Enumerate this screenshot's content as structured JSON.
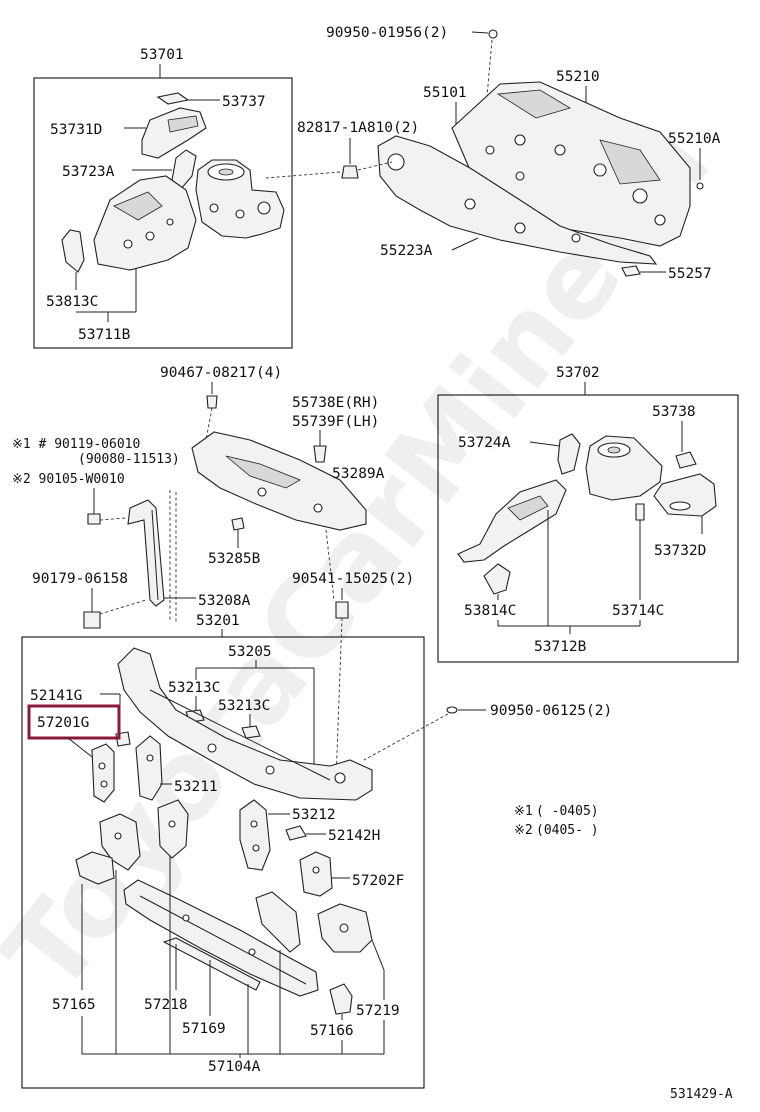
{
  "watermark": "ToyotaCarMinecu",
  "figure_code": "531429-A",
  "highlighted_part": "57201G",
  "notes": [
    {
      "mark": "※1",
      "text": "(      -0405)"
    },
    {
      "mark": "※2",
      "text": "(0405-      )"
    }
  ],
  "groups": {
    "g53701": "53701",
    "g53702": "53702",
    "g53201": "53201"
  },
  "labels": {
    "p90950_01956": "90950-01956(2)",
    "p55210": "55210",
    "p55101": "55101",
    "p53737": "53737",
    "p53731D": "53731D",
    "p82817": "82817-1A810(2)",
    "p55210A": "55210A",
    "p53723A": "53723A",
    "p55223A": "55223A",
    "p55257": "55257",
    "p53813C": "53813C",
    "p53711B": "53711B",
    "p90467": "90467-08217(4)",
    "p55738E": "55738E(RH)",
    "p55739F": "55739F(LH)",
    "p90119": "※1 # 90119-06010",
    "p90080": "(90080-11513)",
    "p90105": "※2 90105-W0010",
    "p53289A": "53289A",
    "p53285B": "53285B",
    "p90179": "90179-06158",
    "p53208A": "53208A",
    "p90541": "90541-15025(2)",
    "p53205": "53205",
    "p52141G": "52141G",
    "p53213C_1": "53213C",
    "p53213C_2": "53213C",
    "p57201G": "57201G",
    "p90950_06125": "90950-06125(2)",
    "p53211": "53211",
    "p53212": "53212",
    "p52142H": "52142H",
    "p57202F": "57202F",
    "p57165": "57165",
    "p57218": "57218",
    "p57169": "57169",
    "p57166": "57166",
    "p57219": "57219",
    "p57104A": "57104A",
    "p53724A": "53724A",
    "p53738": "53738",
    "p53732D": "53732D",
    "p53814C": "53814C",
    "p53714C": "53714C",
    "p53712B": "53712B"
  }
}
